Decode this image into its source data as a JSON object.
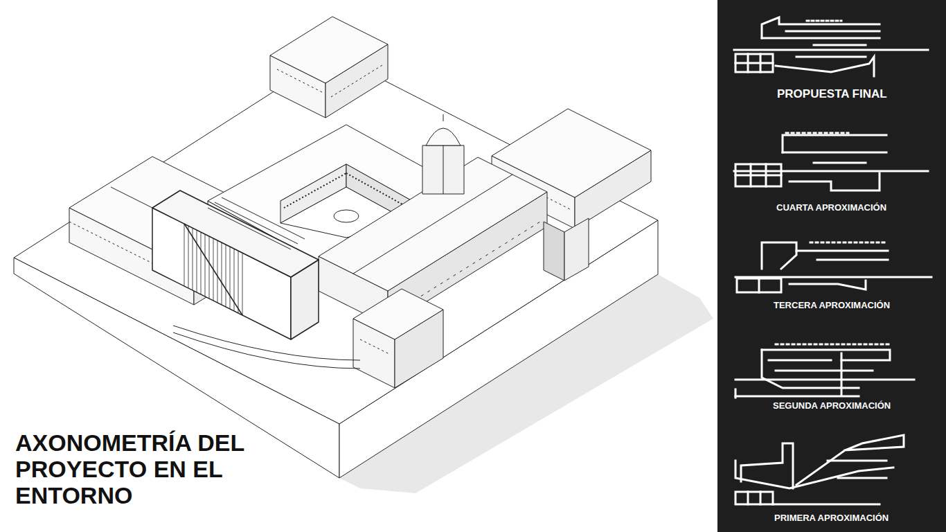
{
  "diagram": {
    "title": "AXONOMETRÍA DEL PROYECTO EN EL ENTORNO",
    "labels": [
      "PROPUESTA FINAL",
      "CUARTA APROXIMACIÓN",
      "TERCERA APROXIMACIÓN",
      "SEGUNDA APROXIMACIÓN",
      "PRIMERA APROXIMACIÓN"
    ]
  }
}
